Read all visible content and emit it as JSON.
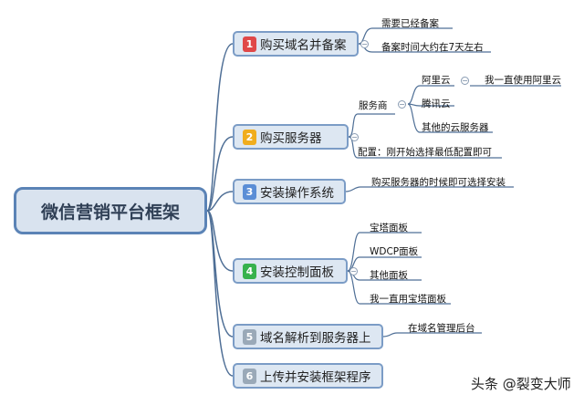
{
  "root": "微信营销平台框架",
  "branches": [
    {
      "num": "1",
      "color": "#e04848",
      "label": "购买域名并备案"
    },
    {
      "num": "2",
      "color": "#f0ad1e",
      "label": "购买服务器"
    },
    {
      "num": "3",
      "color": "#5b8ed6",
      "label": "安装操作系统"
    },
    {
      "num": "4",
      "color": "#37b24d",
      "label": "安装控制面板"
    },
    {
      "num": "5",
      "color": "#9aa9b8",
      "label": "域名解析到服务器上"
    },
    {
      "num": "6",
      "color": "#9aa9b8",
      "label": "上传并安装框架程序"
    }
  ],
  "leaves": {
    "b1": [
      "需要已经备案",
      "备案时间大约在7天左右"
    ],
    "b2_provider": "服务商",
    "b2_providers": [
      "阿里云",
      "腾讯云",
      "其他的云服务器"
    ],
    "b2_aliyun_note": "我一直使用阿里云",
    "b2_config": "配置：刚开始选择最低配置即可",
    "b3": [
      "购买服务器的时候即可选择安装"
    ],
    "b4": [
      "宝塔面板",
      "WDCP面板",
      "其他面板",
      "我一直用宝塔面板"
    ],
    "b5": [
      "在域名管理后台"
    ]
  },
  "collapse_symbol": "−",
  "watermark": "头条 @裂变大师"
}
